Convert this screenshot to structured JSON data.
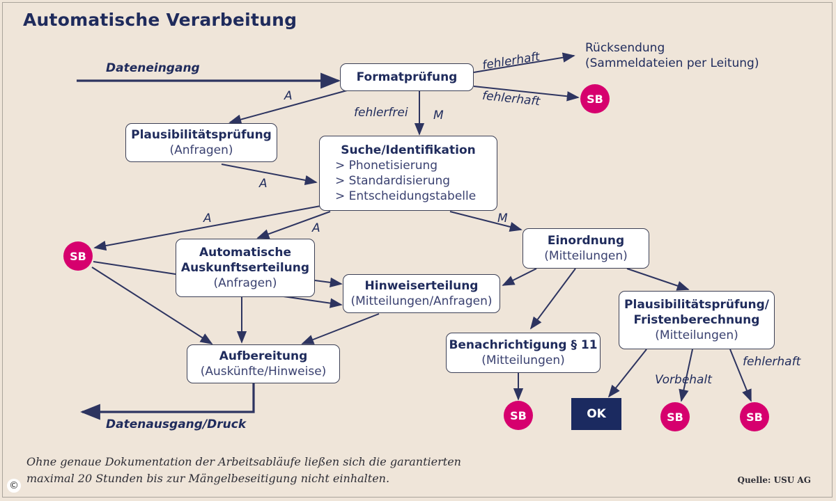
{
  "title": "Automatische Verarbeitung",
  "nodes": {
    "formatpruefung": "Formatprüfung",
    "plausi_anfragen": {
      "title": "Plausibilitätsprüfung",
      "sub": "(Anfragen)"
    },
    "suche": {
      "title": "Suche/Identifikation",
      "items": [
        "> Phonetisierung",
        "> Standardisierung",
        "> Entscheidungstabelle"
      ]
    },
    "auto_auskunft": {
      "title1": "Automatische",
      "title2": "Auskunftserteilung",
      "sub": "(Anfragen)"
    },
    "hinweis": {
      "title": "Hinweiserteilung",
      "sub": "(Mitteilungen/Anfragen)"
    },
    "einordnung": {
      "title": "Einordnung",
      "sub": "(Mitteilungen)"
    },
    "plausi_frist": {
      "title1": "Plausibilitätsprüfung/",
      "title2": "Fristenberechnung",
      "sub": "(Mitteilungen)"
    },
    "benachrichtigung": {
      "title": "Benachrichtigung § 11",
      "sub": "(Mitteilungen)"
    },
    "aufbereitung": {
      "title": "Aufbereitung",
      "sub": "(Auskünfte/Hinweise)"
    }
  },
  "sb_label": "SB",
  "ok_label": "OK",
  "ruecksendung": {
    "line1": "Rücksendung",
    "line2": "(Sammeldateien per Leitung)"
  },
  "edge_labels": {
    "dateneingang": "Dateneingang",
    "datenausgang": "Datenausgang/Druck",
    "fehlerhaft": "fehlerhaft",
    "fehlerfrei": "fehlerfrei",
    "vorbehalt": "Vorbehalt",
    "A": "A",
    "M": "M"
  },
  "caption": {
    "line1": "Ohne genaue Dokumentation der Arbeitsabläufe ließen sich die garantierten",
    "line2": "maximal 20 Stunden bis zur Mängelbeseitigung nicht einhalten."
  },
  "source": "Quelle: USU AG",
  "copyright": "©",
  "colors": {
    "ink": "#1f2b5c",
    "sb": "#d6006e",
    "ok": "#1b2a60",
    "background": "#efe5d9"
  }
}
